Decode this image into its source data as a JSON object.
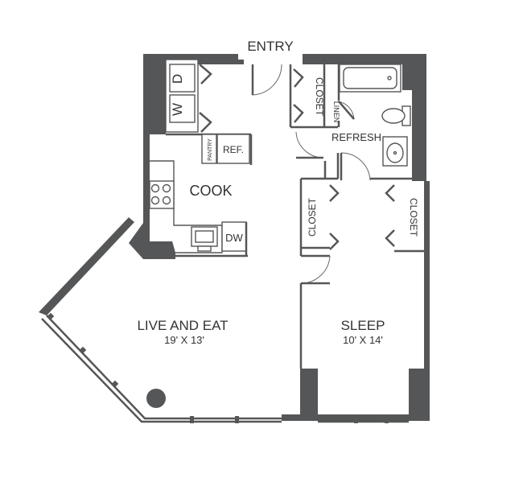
{
  "labels": {
    "entry": "ENTRY",
    "closet_entry": "CLOSET",
    "linen": "LINEN",
    "refresh": "REFRESH",
    "pantry": "PANTRY",
    "ref": "REF.",
    "cook": "COOK",
    "dw": "DW",
    "washer": "W",
    "dryer": "D",
    "closet_left": "CLOSET",
    "closet_right": "CLOSET",
    "live_eat": "LIVE AND EAT",
    "live_eat_dims": "19' X 13'",
    "sleep": "SLEEP",
    "sleep_dims": "10' X 14'"
  }
}
